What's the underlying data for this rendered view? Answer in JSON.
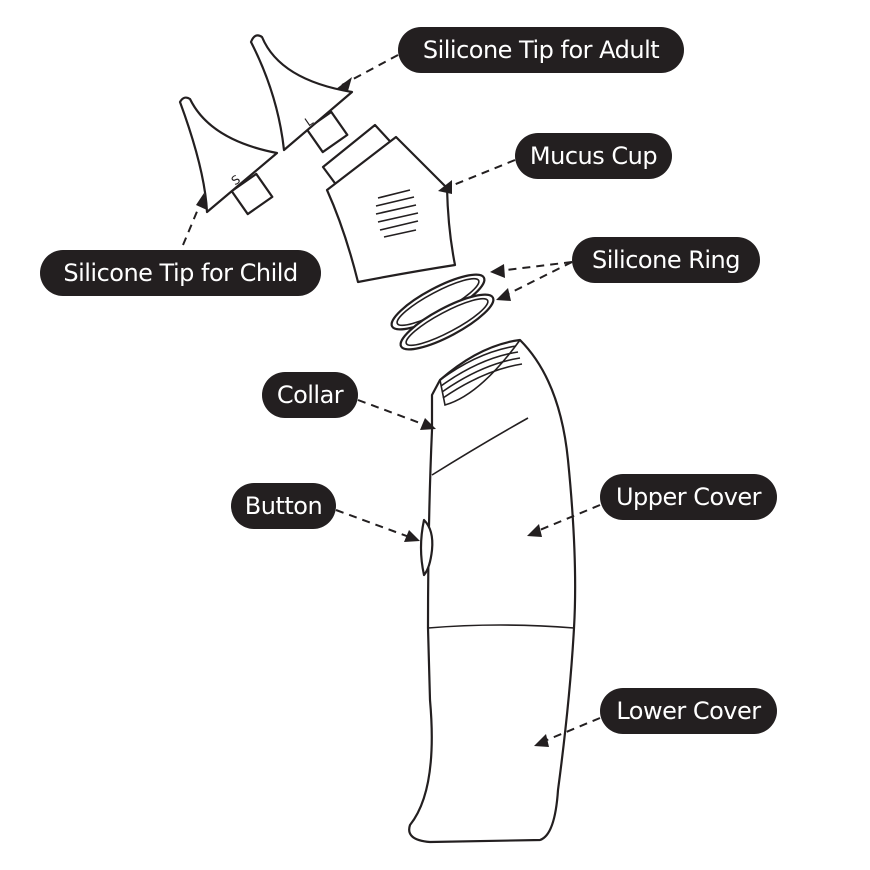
{
  "colors": {
    "label_bg": "#231f20",
    "label_text": "#ffffff",
    "line": "#231f20"
  },
  "labels": {
    "adult_tip": "Silicone Tip for Adult",
    "mucus_cup": "Mucus Cup",
    "silicone_ring": "Silicone Ring",
    "child_tip": "Silicone Tip for Child",
    "collar": "Collar",
    "button": "Button",
    "upper_cover": "Upper Cover",
    "lower_cover": "Lower Cover"
  },
  "tip_marks": {
    "adult": "L",
    "child": "S"
  }
}
